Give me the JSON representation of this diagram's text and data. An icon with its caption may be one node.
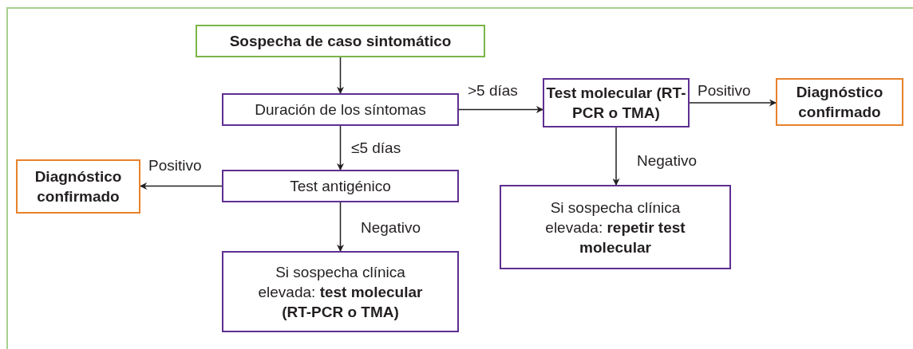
{
  "diagram": {
    "nodes": [
      {
        "text": [
          "Sospecha de caso sintomático"
        ]
      },
      {
        "text": [
          "Duración de los síntomas"
        ]
      },
      {
        "text": [
          "Test molecular (RT-PCR o TMA)"
        ]
      },
      {
        "text": [
          "Diagnóstico confirmado"
        ]
      },
      {
        "text": [
          "Diagnóstico confirmado"
        ]
      },
      {
        "text": [
          "Test antigénico"
        ]
      },
      {
        "text": [
          "Si sospecha clínica elevada: **repetir test molecular**"
        ]
      },
      {
        "text": [
          "Si sospecha clínica elevada: **test molecular (RT-PCR o TMA)**"
        ]
      }
    ],
    "edges": [
      {
        "from": 0,
        "to": 1,
        "arrow": "to"
      },
      {
        "from": 1,
        "to": 2,
        "arrow": "to",
        "label": ">5 días"
      },
      {
        "from": 2,
        "to": 3,
        "arrow": "to",
        "label": "Positivo"
      },
      {
        "from": 1,
        "to": 5,
        "arrow": "to",
        "label": "≤5 días"
      },
      {
        "from": 5,
        "to": 4,
        "arrow": "to",
        "label": "Positivo"
      },
      {
        "from": 5,
        "to": 7,
        "arrow": "to",
        "label": "Negativo"
      },
      {
        "from": 2,
        "to": 6,
        "arrow": "to",
        "label": "Negativo"
      }
    ]
  }
}
